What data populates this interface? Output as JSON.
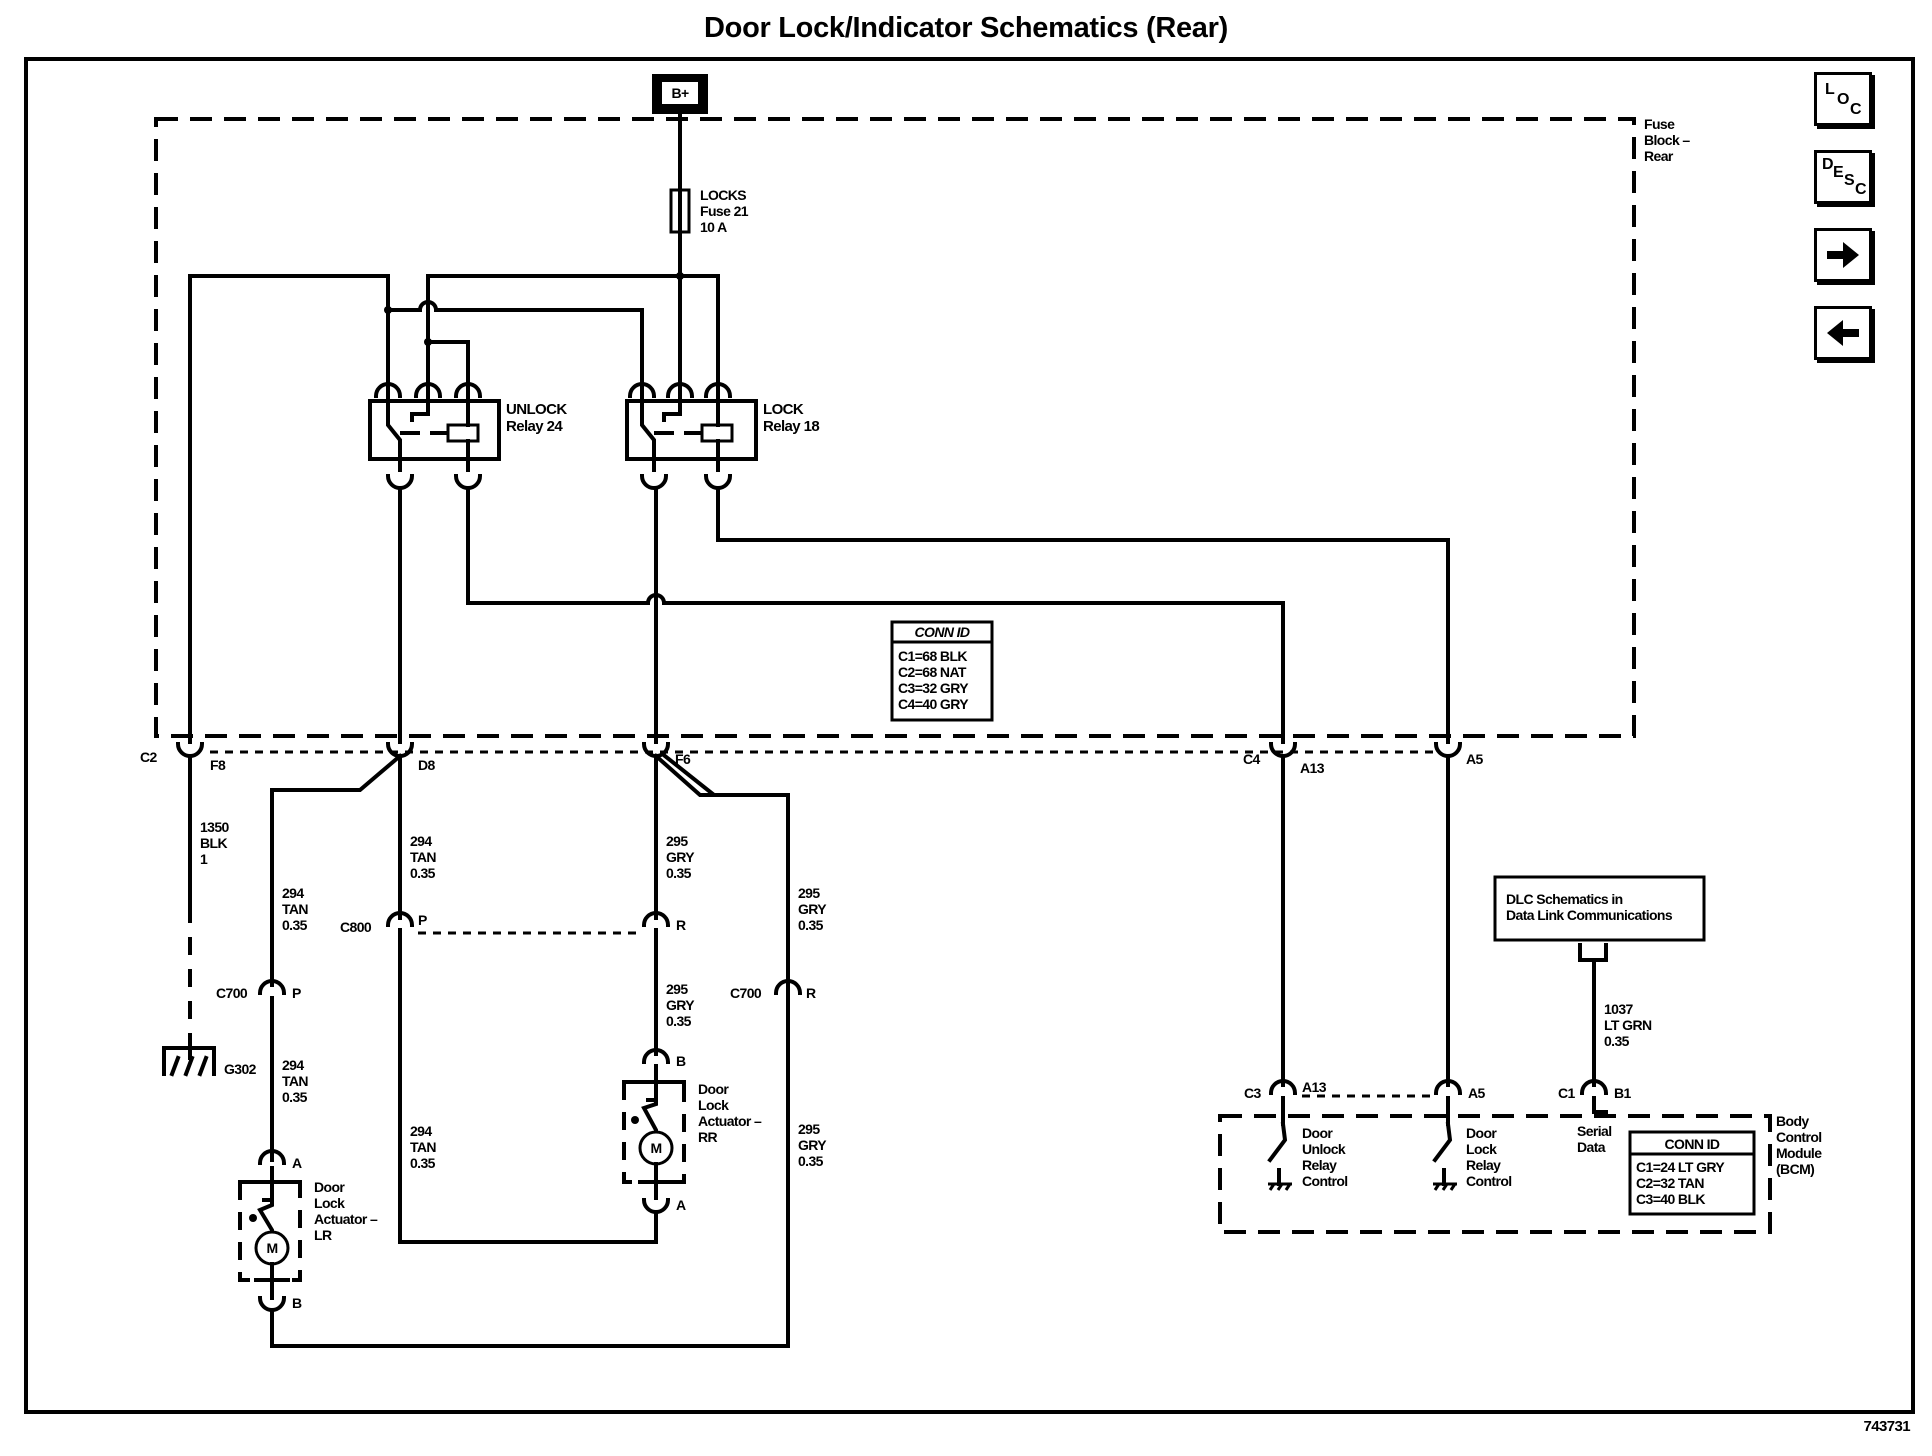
{
  "title": "Door Lock/Indicator Schematics (Rear)",
  "figure_id": "743731",
  "nav_buttons": {
    "loc": {
      "letters": [
        "L",
        "O",
        "C"
      ],
      "icon": "loc-icon"
    },
    "desc": {
      "letters": [
        "D",
        "E",
        "S",
        "C"
      ],
      "icon": "desc-icon"
    },
    "next": {
      "icon": "arrow-right-icon",
      "glyph": "➡"
    },
    "prev": {
      "icon": "arrow-left-icon",
      "glyph": "⬅"
    }
  },
  "power": {
    "label": "B+"
  },
  "fuse_block": {
    "lines": [
      "Fuse",
      "Block –",
      "Rear"
    ]
  },
  "fuse": {
    "lines": [
      "LOCKS",
      "Fuse 21",
      "10 A"
    ]
  },
  "relays": [
    {
      "id": "unlock",
      "lines": [
        "UNLOCK",
        "Relay 24"
      ]
    },
    {
      "id": "lock",
      "lines": [
        "LOCK",
        "Relay 18"
      ]
    }
  ],
  "fuse_block_conn_id": {
    "header": "CONN ID",
    "rows": [
      "C1=68 BLK",
      "C2=68 NAT",
      "C3=32 GRY",
      "C4=40 GRY"
    ]
  },
  "connectors": {
    "c2": "C2",
    "f8": "F8",
    "d8": "D8",
    "f6": "F6",
    "c4": "C4",
    "a13_top": "A13",
    "a5_top": "A5",
    "c800": "C800",
    "c800_p": "P",
    "c800_r": "R",
    "c700_left": "C700",
    "c700_left_pin": "P",
    "c700_right": "C700",
    "c700_right_pin": "R",
    "lr_a": "A",
    "lr_b": "B",
    "rr_b": "B",
    "rr_a": "A",
    "c3": "C3",
    "a13_bcm": "A13",
    "a5_bcm": "A5",
    "c1": "C1",
    "b1": "B1"
  },
  "ground": {
    "label": "G302"
  },
  "wires": {
    "w1350": [
      "1350",
      "BLK",
      "1"
    ],
    "w294_top": [
      "294",
      "TAN",
      "0.35"
    ],
    "w295_top": [
      "295",
      "GRY",
      "0.35"
    ],
    "w294_left": [
      "294",
      "TAN",
      "0.35"
    ],
    "w295_right": [
      "295",
      "GRY",
      "0.35"
    ],
    "w295_mid": [
      "295",
      "GRY",
      "0.35"
    ],
    "w294_lower_left": [
      "294",
      "TAN",
      "0.35"
    ],
    "w294_lower_mid": [
      "294",
      "TAN",
      "0.35"
    ],
    "w295_lower_right": [
      "295",
      "GRY",
      "0.35"
    ],
    "w1037": [
      "1037",
      "LT GRN",
      "0.35"
    ]
  },
  "actuators": {
    "lr": {
      "lines": [
        "Door",
        "Lock",
        "Actuator –",
        "LR"
      ],
      "motor": "M"
    },
    "rr": {
      "lines": [
        "Door",
        "Lock",
        "Actuator –",
        "RR"
      ],
      "motor": "M"
    }
  },
  "dlc": {
    "lines": [
      "DLC Schematics in",
      "Data Link Communications"
    ]
  },
  "bcm": {
    "lines": [
      "Body",
      "Control",
      "Module",
      "(BCM)"
    ],
    "unlock_ctrl": [
      "Door",
      "Unlock",
      "Relay",
      "Control"
    ],
    "lock_ctrl": [
      "Door",
      "Lock",
      "Relay",
      "Control"
    ],
    "serial": [
      "Serial",
      "Data"
    ],
    "conn_id": {
      "header": "CONN ID",
      "rows": [
        "C1=24 LT GRY",
        "C2=32 TAN",
        "C3=40 BLK"
      ]
    }
  }
}
